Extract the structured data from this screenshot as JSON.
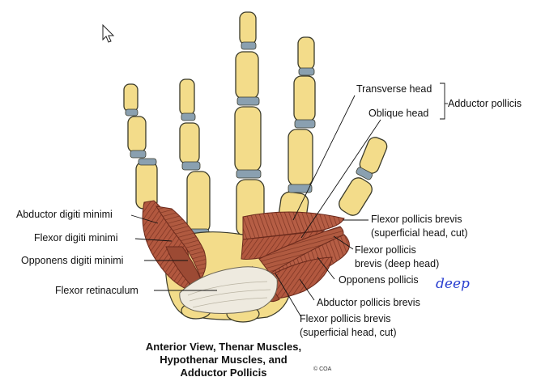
{
  "labels": {
    "transverse_head": "Transverse head",
    "oblique_head": "Oblique head",
    "adductor_pollicis": "Adductor pollicis",
    "abductor_digiti_minimi": "Abductor digiti minimi",
    "flexor_digiti_minimi": "Flexor digiti minimi",
    "opponens_digiti_minimi": "Opponens digiti minimi",
    "flexor_retinaculum": "Flexor retinaculum",
    "fpb_superficial_line1": "Flexor pollicis brevis",
    "fpb_superficial_line2": "(superficial head, cut)",
    "fpb_deep_line1": "Flexor pollicis",
    "fpb_deep_line2": "brevis (deep head)",
    "opponens_pollicis": "Opponens pollicis",
    "abductor_pollicis_brevis": "Abductor pollicis brevis",
    "fpb_superficial_lower_line1": "Flexor pollicis brevis",
    "fpb_superficial_lower_line2": "(superficial head, cut)"
  },
  "annotation": "deep",
  "caption": {
    "line1": "Anterior View, Thenar  Muscles,",
    "line2": "Hypothenar Muscles, and",
    "line3": "Adductor Pollicis"
  },
  "copyright": "© COA",
  "colors": {
    "bone": "#f3dc8a",
    "joint": "#8aa0b0",
    "muscle": "#a8513a",
    "retinaculum": "#eeeadf",
    "annotation": "#2a3fd0"
  }
}
